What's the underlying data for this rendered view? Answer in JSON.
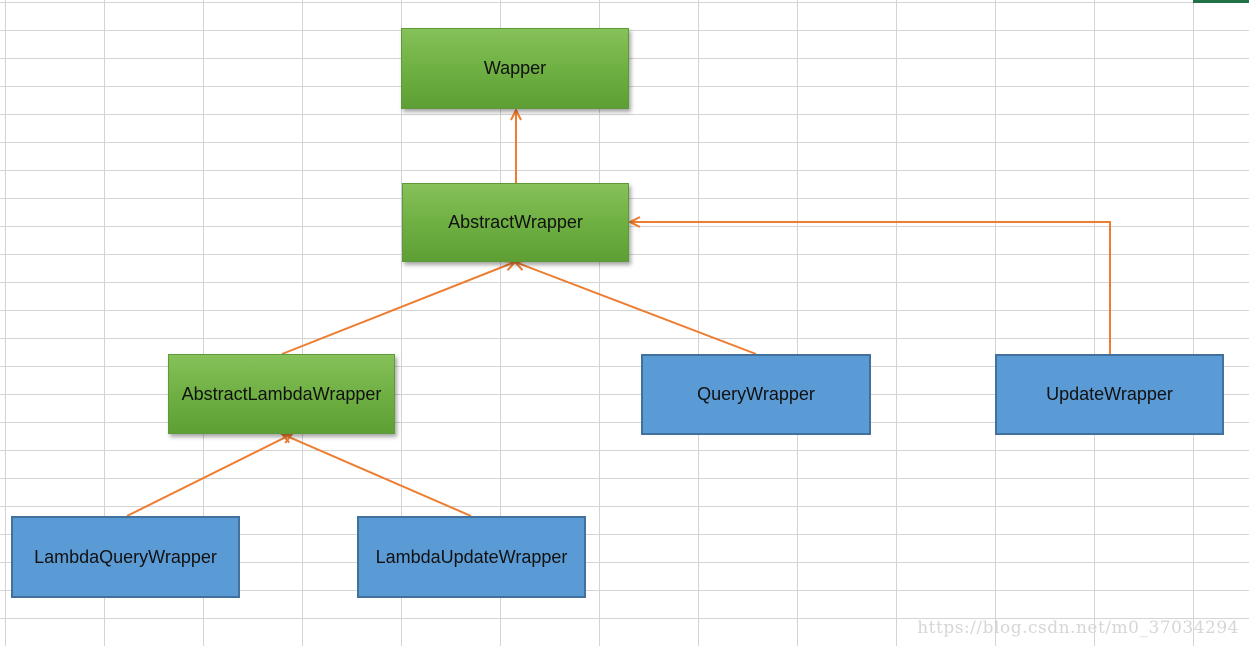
{
  "diagram": {
    "nodes": [
      {
        "id": "wapper",
        "label": "Wapper",
        "style": "green"
      },
      {
        "id": "abstract",
        "label": "AbstractWrapper",
        "style": "green"
      },
      {
        "id": "abstractLambda",
        "label": "AbstractLambdaWrapper",
        "style": "green"
      },
      {
        "id": "query",
        "label": "QueryWrapper",
        "style": "blue"
      },
      {
        "id": "update",
        "label": "UpdateWrapper",
        "style": "blue"
      },
      {
        "id": "lambdaQuery",
        "label": "LambdaQueryWrapper",
        "style": "blue"
      },
      {
        "id": "lambdaUpdate",
        "label": "LambdaUpdateWrapper",
        "style": "blue"
      }
    ],
    "edges": [
      {
        "from": "abstract",
        "to": "wapper"
      },
      {
        "from": "abstractLambda",
        "to": "abstract"
      },
      {
        "from": "query",
        "to": "abstract"
      },
      {
        "from": "update",
        "to": "abstract"
      },
      {
        "from": "lambdaQuery",
        "to": "abstractLambda"
      },
      {
        "from": "lambdaUpdate",
        "to": "abstractLambda"
      }
    ]
  },
  "colors": {
    "green_fill": "#70ad47",
    "blue_fill": "#5b9bd5",
    "arrow": "#ed7d31",
    "grid": "#d4d4d4"
  },
  "watermark": "https://blog.csdn.net/m0_37034294"
}
